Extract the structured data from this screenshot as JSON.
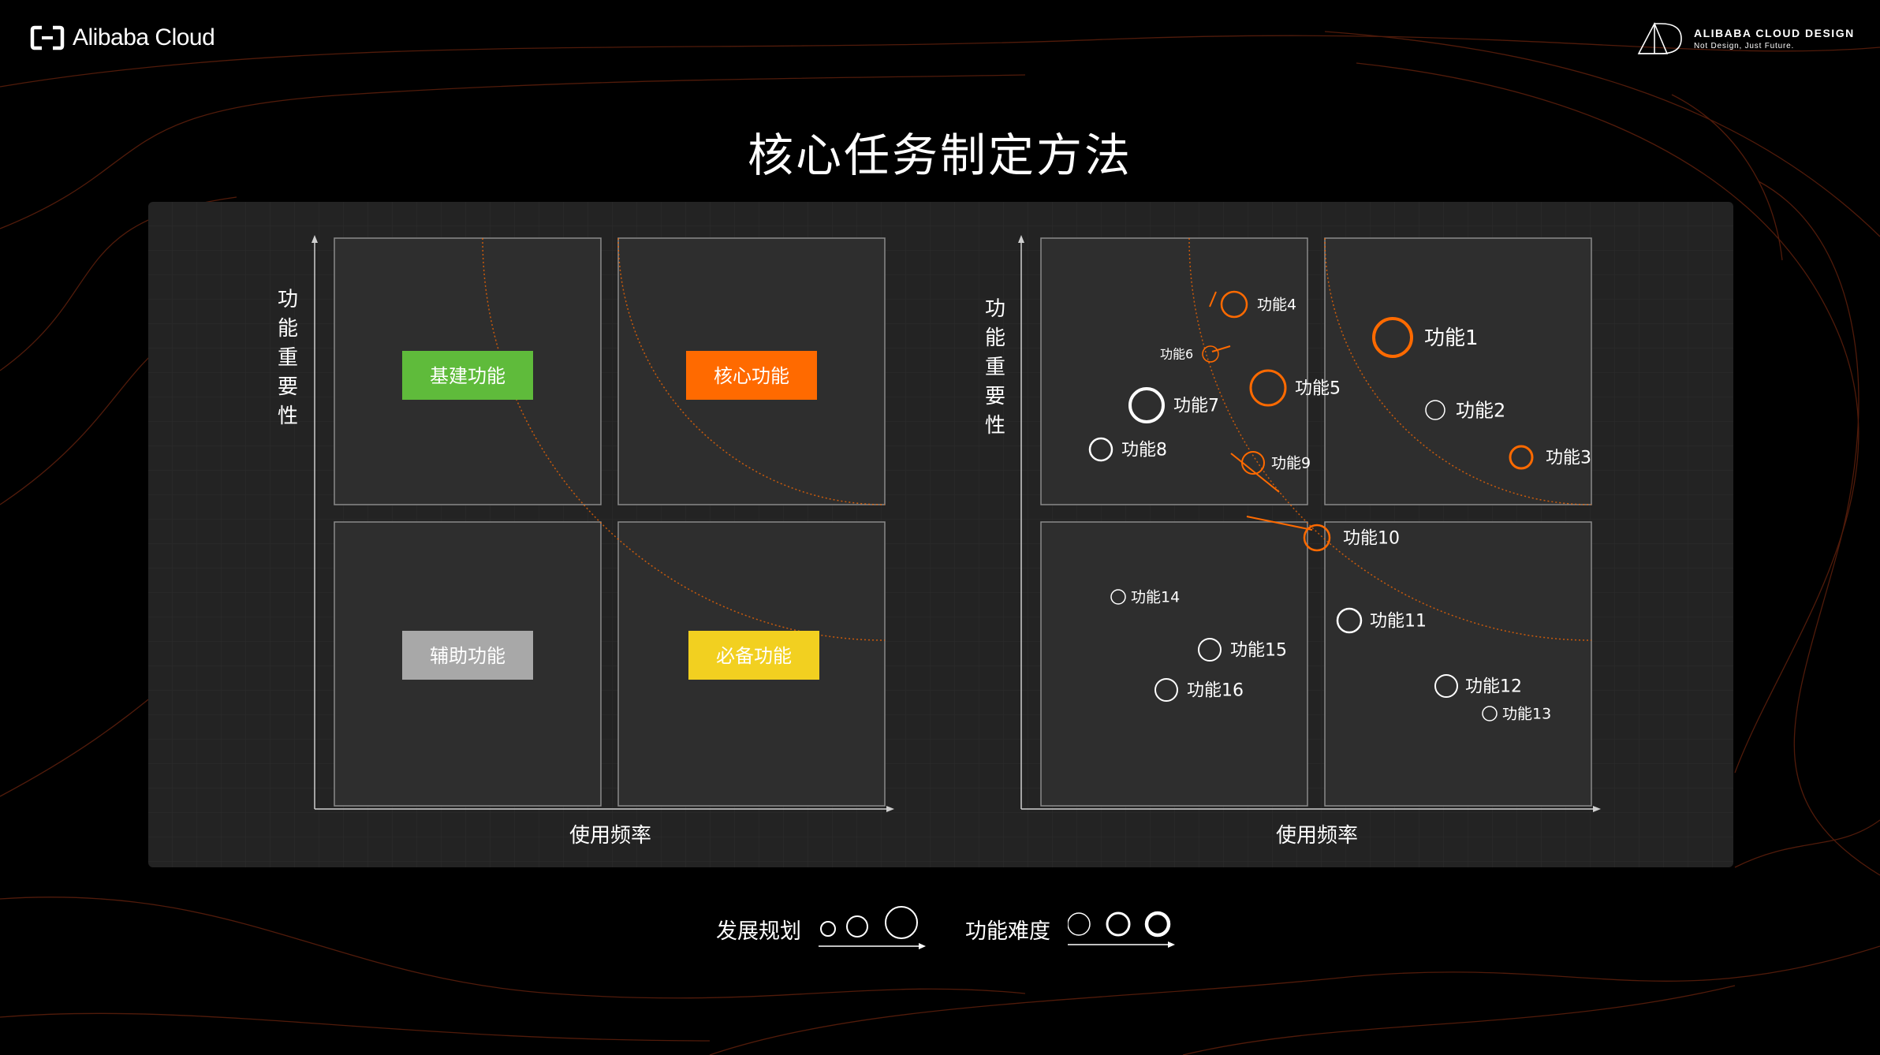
{
  "brand": {
    "name": "Alibaba Cloud"
  },
  "design_brand": {
    "title": "ALIBABA CLOUD DESIGN",
    "tagline": "Not Design, Just Future."
  },
  "title": "核心任务制定方法",
  "left_chart": {
    "y_label": "功能重要性",
    "x_label": "使用频率",
    "quadrants": [
      {
        "label": "基建功能",
        "color": "#5FBB3B"
      },
      {
        "label": "核心功能",
        "color": "#FF6A00"
      },
      {
        "label": "辅助功能",
        "color": "#A8A8A8"
      },
      {
        "label": "必备功能",
        "color": "#F2D020"
      }
    ]
  },
  "right_chart": {
    "y_label": "功能重要性",
    "x_label": "使用频率",
    "features": [
      {
        "label": "功能1",
        "color": "orange"
      },
      {
        "label": "功能2",
        "color": "white"
      },
      {
        "label": "功能3",
        "color": "orange"
      },
      {
        "label": "功能4",
        "color": "orange"
      },
      {
        "label": "功能5",
        "color": "orange"
      },
      {
        "label": "功能6",
        "color": "orange"
      },
      {
        "label": "功能7",
        "color": "white"
      },
      {
        "label": "功能8",
        "color": "white"
      },
      {
        "label": "功能9",
        "color": "orange"
      },
      {
        "label": "功能10",
        "color": "orange"
      },
      {
        "label": "功能11",
        "color": "white"
      },
      {
        "label": "功能12",
        "color": "white"
      },
      {
        "label": "功能13",
        "color": "white"
      },
      {
        "label": "功能14",
        "color": "white"
      },
      {
        "label": "功能15",
        "color": "white"
      },
      {
        "label": "功能16",
        "color": "white"
      }
    ]
  },
  "legend": {
    "plan_label": "发展规划",
    "difficulty_label": "功能难度"
  },
  "colors": {
    "accent": "#FF6A00",
    "panel": "#232323",
    "background": "#000000"
  }
}
